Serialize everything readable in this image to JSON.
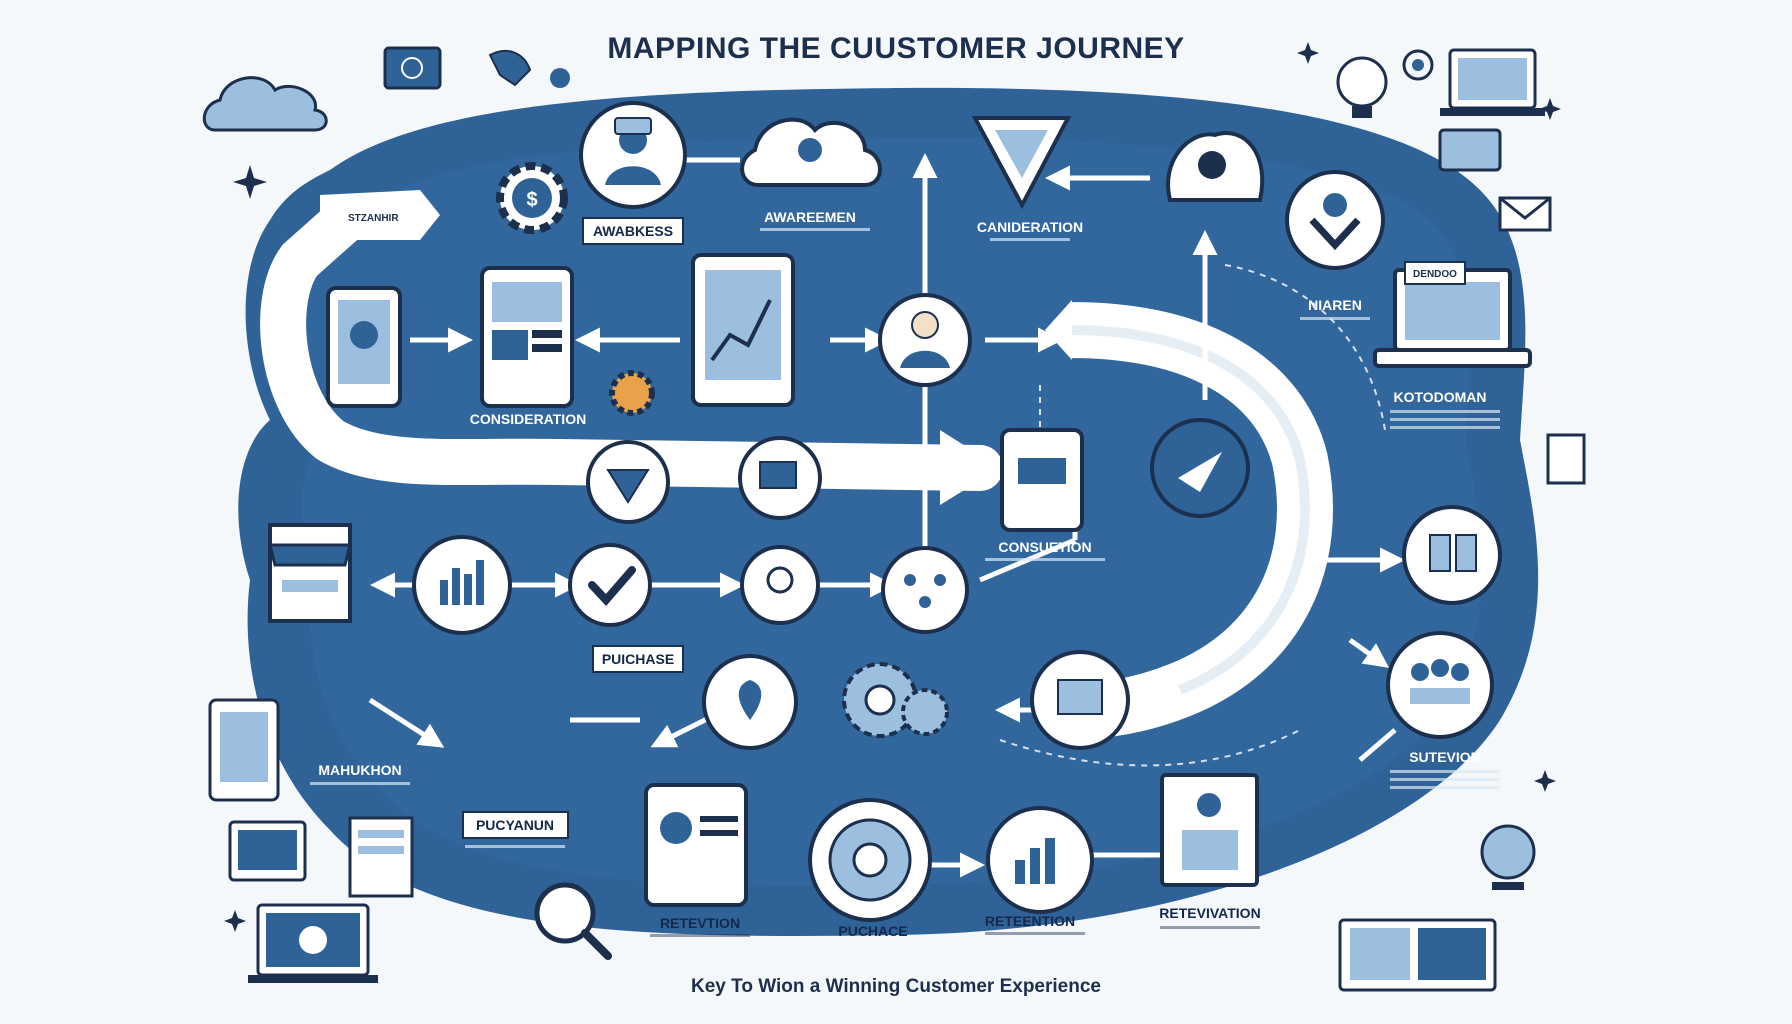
{
  "header": {
    "title": "MAPPING THE CUUSTOMER JOURNEY"
  },
  "footer": {
    "text": "Key To Wion a Winning Customer Experience"
  },
  "labels": {
    "awareness_box": "AWABKESS",
    "awarenemen": "AWAREEMEN",
    "canideration": "CANIDERATION",
    "stzanhir": "STZANHIR",
    "consideration": "CONSIDERATION",
    "niaren": "NIAREN",
    "kotodoman": "KOTODOMAN",
    "consuetion": "CONSUETION",
    "puchase_box": "PUICHASE",
    "mahukhon": "MAHUKHON",
    "sutevion": "SUTEVION",
    "pucyanun": "PUCYANUN",
    "retevtion": "RETEVTION",
    "puchace": "PUCHACE",
    "retenttion": "RETEENTION",
    "retevivation": "RETEVIVATION",
    "dendoo": "DENDOO"
  },
  "palette": {
    "primary_blue": "#2f6398",
    "dark_navy": "#1c2f4d",
    "light_blue": "#9cbfdf",
    "path_white": "#ffffff"
  }
}
